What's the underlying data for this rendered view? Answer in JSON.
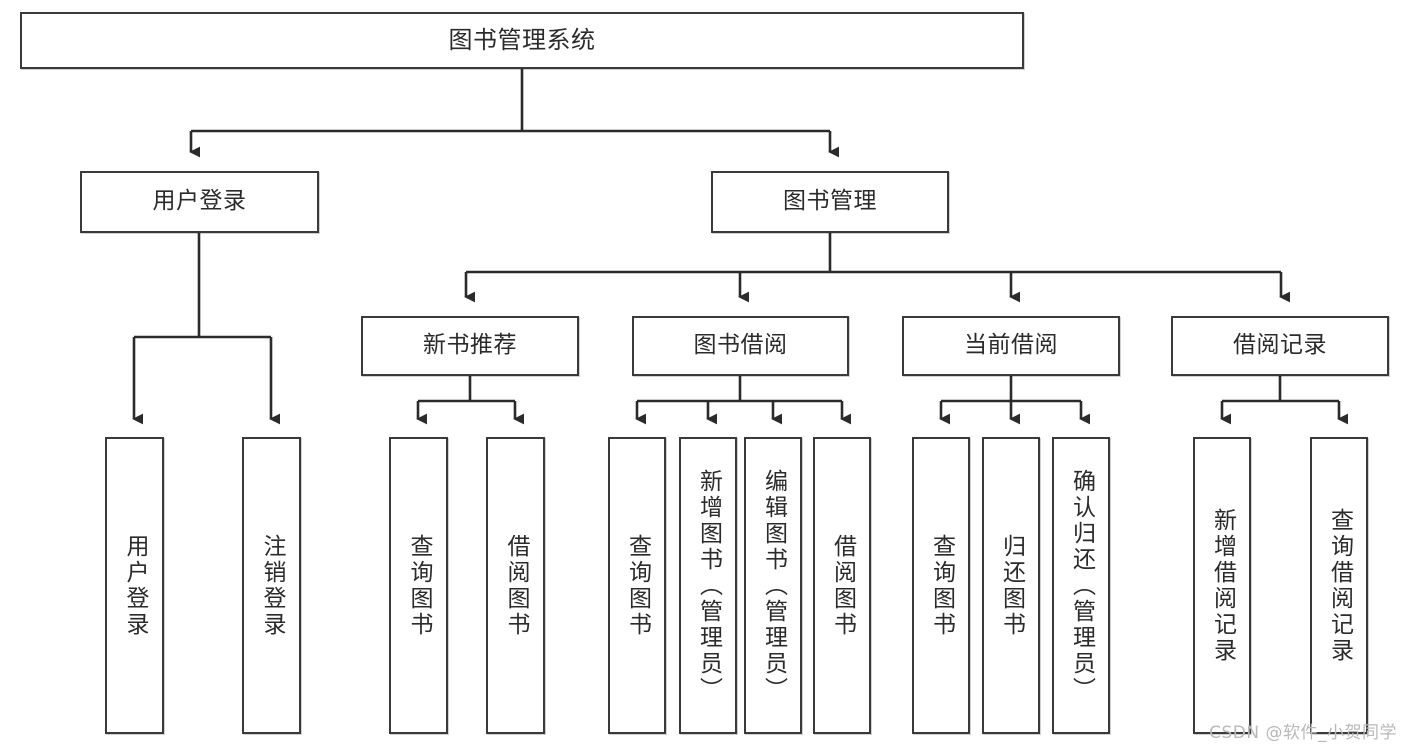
{
  "diagram": {
    "title": "图书管理系统",
    "type": "tree-hierarchy-chart",
    "watermark": "CSDN @软件_小贺同学",
    "colors": {
      "box_border": "#3a3a3a",
      "box_fill": "#ffffff",
      "connector": "#2b2b2b",
      "text": "#2b2b2b",
      "watermark": "#b9b9b9"
    },
    "levels": {
      "root": {
        "label": "图书管理系统"
      },
      "level2": [
        {
          "label": "用户登录"
        },
        {
          "label": "图书管理"
        }
      ],
      "level3": [
        {
          "label": "新书推荐"
        },
        {
          "label": "图书借阅"
        },
        {
          "label": "当前借阅"
        },
        {
          "label": "借阅记录"
        }
      ],
      "leaves": {
        "user_login": [
          {
            "label": "用户登录"
          },
          {
            "label": "注销登录"
          }
        ],
        "new_book_recommend": [
          {
            "label": "查询图书"
          },
          {
            "label": "借阅图书"
          }
        ],
        "book_borrow": [
          {
            "label": "查询图书"
          },
          {
            "label": "新增图书（管理员）"
          },
          {
            "label": "编辑图书（管理员）"
          },
          {
            "label": "借阅图书"
          }
        ],
        "current_borrow": [
          {
            "label": "查询图书"
          },
          {
            "label": "归还图书"
          },
          {
            "label": "确认归还（管理员）"
          }
        ],
        "borrow_record": [
          {
            "label": "新增借阅记录"
          },
          {
            "label": "查询借阅记录"
          }
        ]
      }
    }
  }
}
